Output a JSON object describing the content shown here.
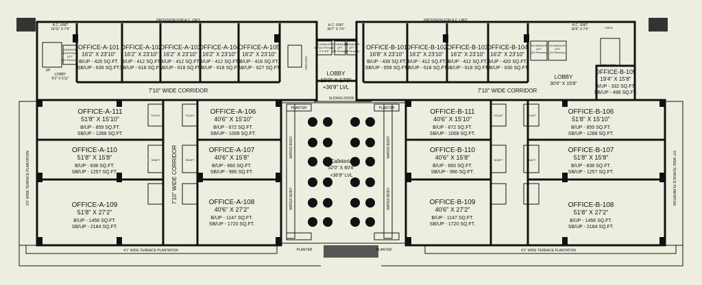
{
  "wings": {
    "a": {
      "offices": [
        {
          "name": "OFFICE-A-101",
          "size": "16'2\" X 23'10\"",
          "bup": "B/UP - 426 SQ.FT.",
          "sbup": "SB/UP - 639 SQ.FT."
        },
        {
          "name": "OFFICE-A-102",
          "size": "16'2\" X 23'10\"",
          "bup": "B/UP - 412 SQ.FT.",
          "sbup": "SB/UP - 618 SQ.FT."
        },
        {
          "name": "OFFICE-A-103",
          "size": "16'2\" X 23'10\"",
          "bup": "B/UP - 412 SQ.FT.",
          "sbup": "SB/UP - 618 SQ.FT."
        },
        {
          "name": "OFFICE-A-104",
          "size": "16'2\" X 23'10\"",
          "bup": "B/UP - 412 SQ.FT.",
          "sbup": "SB/UP - 618 SQ.FT."
        },
        {
          "name": "OFFICE-A-105",
          "size": "16'2\" X 23'10\"",
          "bup": "B/UP - 418 SQ.FT.",
          "sbup": "SB/UP - 627 SQ.FT."
        },
        {
          "name": "OFFICE-A-111",
          "size": "51'8\" X 15'10\"",
          "bup": "B/UP - 859 SQ.FT.",
          "sbup": "SB/UP - 1288 SQ.FT."
        },
        {
          "name": "OFFICE-A-106",
          "size": "40'6\" X 15'10\"",
          "bup": "B/UP - 672 SQ.FT.",
          "sbup": "SB/UP - 1008 SQ.FT."
        },
        {
          "name": "OFFICE-A-110",
          "size": "51'8\" X 15'8\"",
          "bup": "B/UP - 838 SQ.FT.",
          "sbup": "SB/UP - 1257 SQ.FT."
        },
        {
          "name": "OFFICE-A-107",
          "size": "40'6\" X 15'8\"",
          "bup": "B/UP - 660 SQ.FT.",
          "sbup": "SB/UP - 990 SQ.FT."
        },
        {
          "name": "OFFICE-A-109",
          "size": "51'8\" X 27'2\"",
          "bup": "B/UP - 1456 SQ.FT.",
          "sbup": "SB/UP - 2184 SQ.FT."
        },
        {
          "name": "OFFICE-A-108",
          "size": "40'6\" X 27'2\"",
          "bup": "B/UP - 1147 SQ.FT.",
          "sbup": "SB/UP - 1720 SQ.FT."
        }
      ]
    },
    "b": {
      "offices": [
        {
          "name": "OFFICE-B-101",
          "size": "16'8\" X 23'10\"",
          "bup": "B/UP - 439 SQ.FT.",
          "sbup": "SB/UP - 659 SQ.FT."
        },
        {
          "name": "OFFICE-B-102",
          "size": "16'2\" X 23'10\"",
          "bup": "B/UP - 412 SQ.FT.",
          "sbup": "SB/UP - 618 SQ.FT."
        },
        {
          "name": "OFFICE-B-103",
          "size": "16'2\" X 23'10\"",
          "bup": "B/UP - 412 SQ.FT.",
          "sbup": "SB/UP - 618 SQ.FT."
        },
        {
          "name": "OFFICE-B-104",
          "size": "16'2\" X 23'10\"",
          "bup": "B/UP - 420 SQ.FT.",
          "sbup": "SB/UP - 630 SQ.FT."
        },
        {
          "name": "OFFICE-B-105",
          "size": "19'4\" X 15'8\"",
          "bup": "B/UP - 332 SQ.FT.",
          "sbup": "SB/UP - 498 SQ.FT."
        },
        {
          "name": "OFFICE-B-111",
          "size": "40'6\" X 15'10\"",
          "bup": "B/UP - 672 SQ.FT.",
          "sbup": "SB/UP - 1008 SQ.FT."
        },
        {
          "name": "OFFICE-B-106",
          "size": "51'8\" X 15'10\"",
          "bup": "B/UP - 859 SQ.FT.",
          "sbup": "SB/UP - 1288 SQ.FT."
        },
        {
          "name": "OFFICE-B-110",
          "size": "40'6\" X 15'8\"",
          "bup": "B/UP - 660 SQ.FT.",
          "sbup": "SB/UP - 990 SQ.FT."
        },
        {
          "name": "OFFICE-B-107",
          "size": "51'8\" X 15'8\"",
          "bup": "B/UP - 838 SQ.FT.",
          "sbup": "SB/UP - 1257 SQ.FT."
        },
        {
          "name": "OFFICE-B-109",
          "size": "40'6\" X 27'2\"",
          "bup": "B/UP - 1147 SQ.FT.",
          "sbup": "SB/UP - 1720 SQ.FT."
        },
        {
          "name": "OFFICE-B-108",
          "size": "51'8\" X 27'2\"",
          "bup": "B/UP - 1456 SQ.FT.",
          "sbup": "SB/UP - 2184 SQ.FT."
        }
      ]
    }
  },
  "cafeteria": {
    "name": "Cafeteria",
    "size": "52'0\" X 60'4\"",
    "level": "+36'9\" LVL"
  },
  "lobby_center": {
    "name": "LOBBY",
    "size": "19'3\" X 17'9\"",
    "level": "+36'9\" LVL"
  },
  "lobby_b": {
    "name": "LOBBY",
    "size": "30'6\" X 15'8\""
  },
  "lobby_a": {
    "name": "LOBBY",
    "size": "6'3\" X 5'11\""
  },
  "corridors": {
    "a_main": "7'10\" WIDE CORRIDOR",
    "b_main": "7'10\" WIDE CORRIDOR",
    "a_vertical": "7'10\" WIDE CORRIDOR"
  },
  "terrace": {
    "left": "4'1\" WIDE TERRACE PLANTATION",
    "right": "4'1\" WIDE TERRACE PLANTATION",
    "west": "8'0\" WIDE TERRACE PLANTATION",
    "east": "8'0\" WIDE TERRACE PLANTATION"
  },
  "ac": {
    "provision_a": "PROVISION FOR A.C. UNIT",
    "provision_b": "PROVISION FOR A.C. UNIT",
    "unit_a_title": "A.C. UNIT",
    "unit_a_size": "18'11\" X 7'6\"",
    "unit_center_title": "A.C. UNIT",
    "unit_center_size": "38'7\" X 7'4\"",
    "unit_b_title": "A.C. UNIT",
    "unit_b_size": "30'6\" X 7'4\""
  },
  "lifts": {
    "johnson": [
      "JOHNSON",
      "HOSPITAL",
      "LIFT",
      "(13 Persons)"
    ],
    "schindler1": [
      "SCHINDLER",
      "LIFT(11 Persons)",
      "6' X 6'6\""
    ],
    "schindler2": [
      "SCHINDLER",
      "LIFT",
      "(13 Persons)"
    ],
    "schindler3": [
      "SCHINDLER",
      "LIFT",
      "(13 Persons)"
    ],
    "schindler_b1": [
      "SCHINDLER",
      "LIFT",
      "(13 Persons)"
    ],
    "schindler_b2": [
      "SCHINDLER",
      "LIFT",
      "(21 Persons)"
    ]
  },
  "labels": {
    "sliding_door": "SLIDING DOOR",
    "planter": "PLANTER",
    "water_body": "WATER BODY",
    "toilet": "TOILET",
    "shaft": "SHAFT",
    "up": "UP",
    "services": "SERVICES",
    "open": "OPEN",
    "stair_size": "8'0\" X 15'8\""
  },
  "colors": {
    "background": "#eeeee0",
    "wall": "#111111"
  }
}
